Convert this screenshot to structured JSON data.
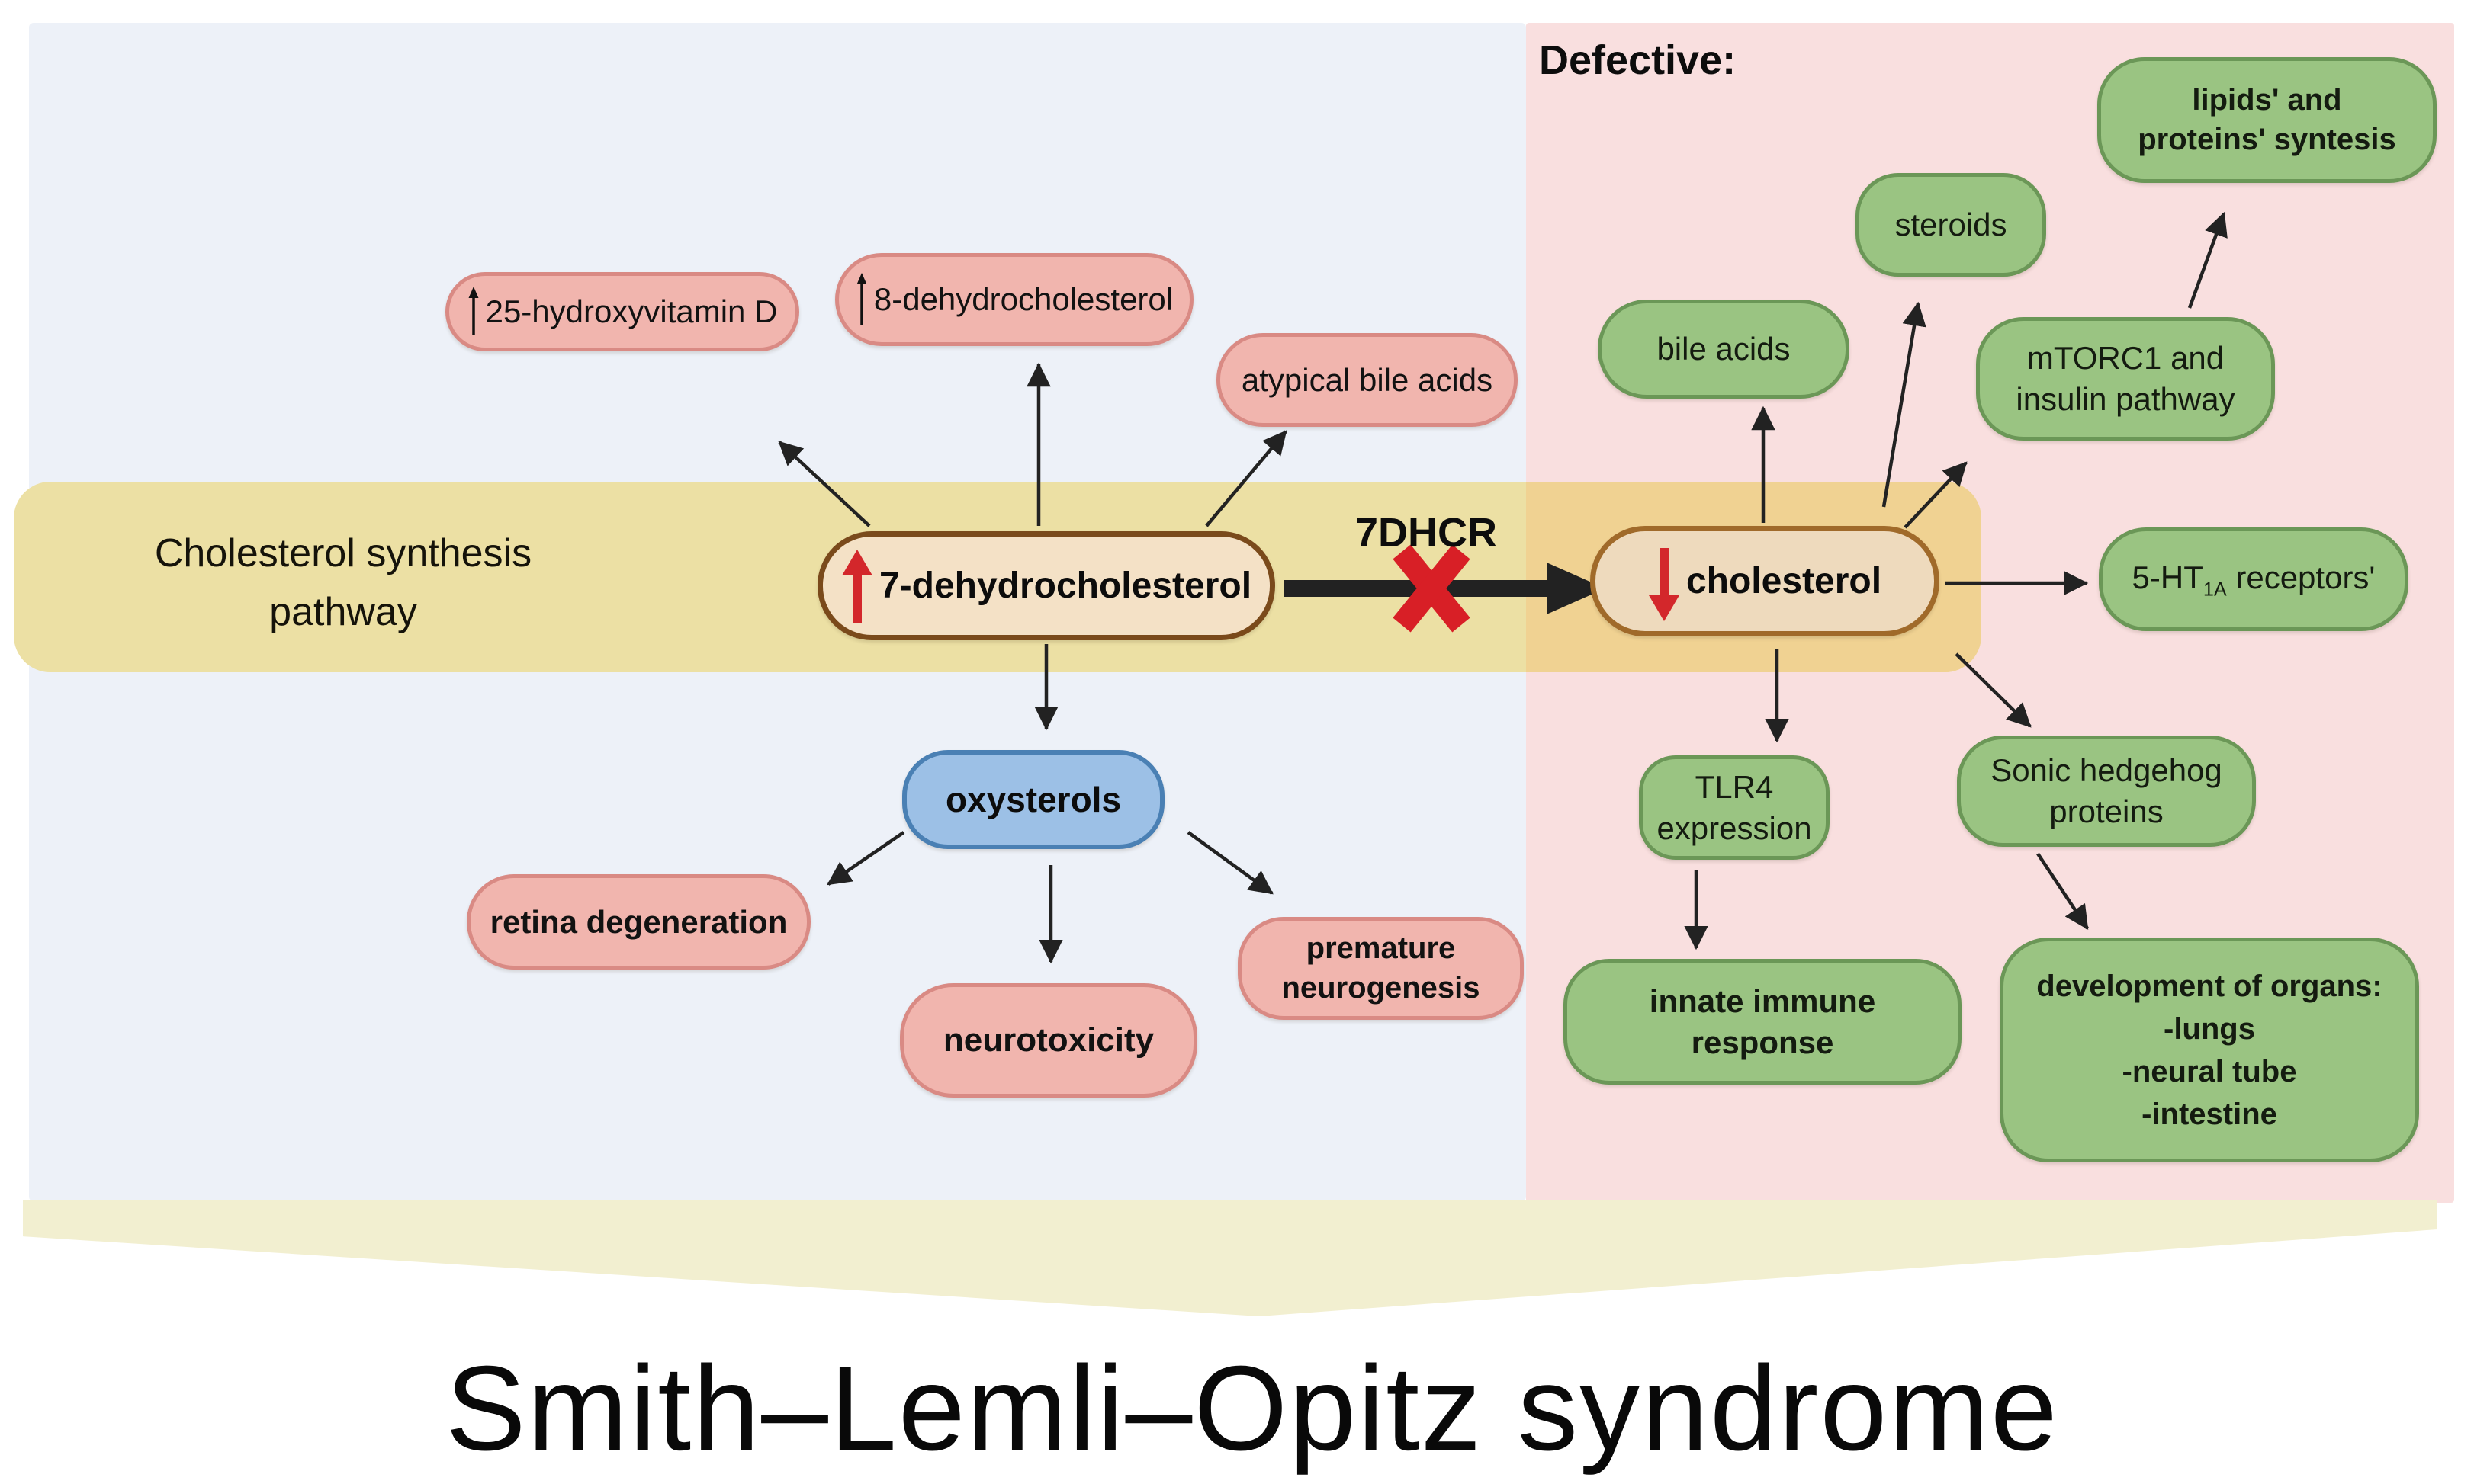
{
  "title": "Smith–Lemli–Opitz syndrome",
  "left_panel": {
    "band_label_lines": [
      "Cholesterol synthesis",
      "pathway"
    ]
  },
  "right_panel": {
    "heading": "Defective:"
  },
  "enzyme": {
    "label": "7DHCR",
    "status": "blocked"
  },
  "nodes": {
    "hv25": {
      "arrow": "increase",
      "label": "25-hydroxyvitamin D"
    },
    "dhc8": {
      "arrow": "increase",
      "label": "8-dehydrocholesterol"
    },
    "atypical": {
      "label": "atypical bile acids"
    },
    "dhc7": {
      "arrow": "increase",
      "label": "7-dehydrocholesterol"
    },
    "cholesterol": {
      "arrow": "decrease",
      "label": "cholesterol"
    },
    "oxysterols": {
      "label": "oxysterols"
    },
    "retina": {
      "label": "retina degeneration"
    },
    "neurotoxicity": {
      "label": "neurotoxicity"
    },
    "premature": {
      "lines": [
        "premature",
        "neurogenesis"
      ]
    },
    "bile_acids": {
      "label": "bile acids"
    },
    "steroids": {
      "label": "steroids"
    },
    "lipids": {
      "lines": [
        "lipids' and",
        "proteins' syntesis"
      ]
    },
    "mtorc1": {
      "lines": [
        "mTORC1 and",
        "insulin pathway"
      ]
    },
    "serotonin": {
      "pre": "5-HT",
      "sub": "1A",
      "post": " receptors'"
    },
    "tlr4": {
      "lines": [
        "TLR4",
        "expression"
      ]
    },
    "sonic": {
      "lines": [
        "Sonic hedgehog",
        "proteins"
      ]
    },
    "innate": {
      "lines": [
        "innate immune",
        "response"
      ]
    },
    "organs": {
      "lines": [
        "development of organs:",
        "-lungs",
        "-neural tube",
        "-intestine"
      ]
    }
  },
  "colors": {
    "page_bg": "#ffffff",
    "panel_left_bg": "#edf1f8",
    "panel_right_bg": "#f9dfdf",
    "pathway_band": "#ece0a4",
    "pathway_band_defective": "#f0d292",
    "funnel": "#f2efd0",
    "pink_fill": "#f1b5ae",
    "pink_border": "#d98a84",
    "green_fill": "#9ac482",
    "green_border": "#6b9757",
    "blue_fill": "#9cc0e6",
    "blue_border": "#4a80b4",
    "tan_fill": "#f4e1c6",
    "tan_border_dark": "#7a4a1b",
    "tan_border_light": "#a06a2a",
    "arrow": "#222222",
    "red_accent": "#d3272b"
  }
}
